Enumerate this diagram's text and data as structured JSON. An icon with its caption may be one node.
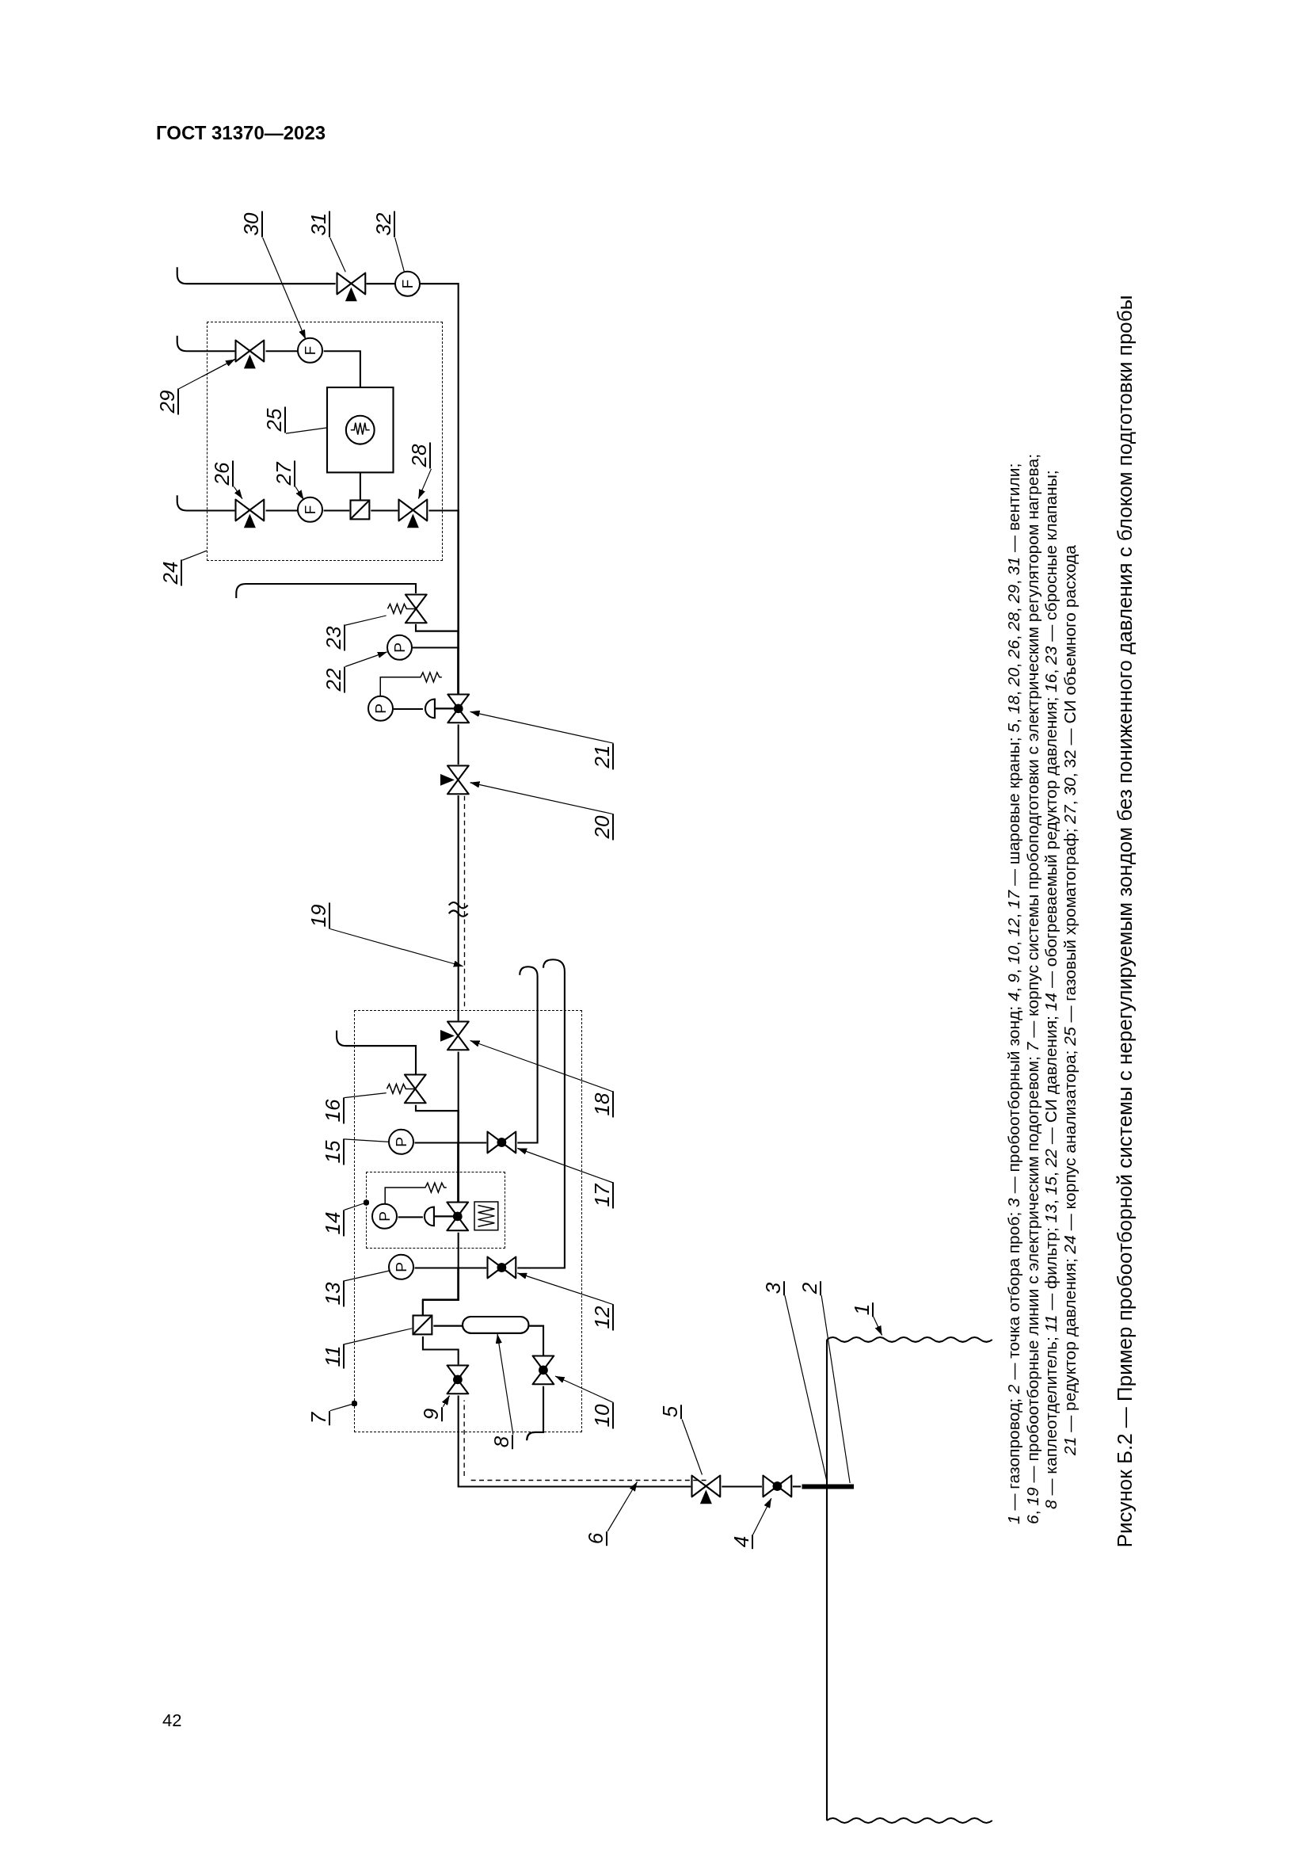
{
  "diagram": {
    "caption": "Рисунок Б.2 — Пример пробоотборной системы с нерегулируемым зондом без пониженного давления с блоком подготовки пробы",
    "nodes": [
      {
        "text": [],
        "shape": "box"
      },
      {
        "text": [],
        "shape": "box"
      },
      {
        "text": [],
        "shape": "box"
      },
      {
        "text": [],
        "shape": "box",
        "in": 1
      },
      {
        "text": [],
        "shape": "bar"
      },
      {
        "text": [],
        "shape": "valve"
      },
      {
        "text": [],
        "shape": "valve"
      },
      {
        "text": [],
        "shape": "valve",
        "in": 1
      },
      {
        "text": [],
        "shape": "valve",
        "in": 1
      },
      {
        "text": [],
        "shape": "box",
        "in": 1
      },
      {
        "text": [],
        "shape": "cylinder",
        "in": 1
      },
      {
        "text": [
          "P"
        ],
        "in": 1
      },
      {
        "text": [],
        "shape": "valve",
        "in": 1
      },
      {
        "text": [
          "P"
        ],
        "in": 3
      },
      {
        "text": [],
        "shape": "valve",
        "in": 3
      },
      {
        "text": [],
        "shape": "box",
        "in": 3
      },
      {
        "text": [
          "P"
        ],
        "in": 1
      },
      {
        "text": [],
        "shape": "valve",
        "in": 1
      },
      {
        "text": [],
        "shape": "valve",
        "in": 1
      },
      {
        "text": [],
        "shape": "valve",
        "in": 1
      },
      {
        "text": [],
        "shape": "valve"
      },
      {
        "text": [],
        "shape": "valve"
      },
      {
        "text": [
          "P"
        ]
      },
      {
        "text": [
          "P"
        ]
      },
      {
        "text": [],
        "shape": "valve"
      },
      {
        "text": [],
        "shape": "valve",
        "in": 2
      },
      {
        "text": [
          "F"
        ],
        "in": 2
      },
      {
        "text": [],
        "shape": "box",
        "in": 2
      },
      {
        "text": [],
        "shape": "valve",
        "in": 2
      },
      {
        "text": [],
        "shape": "box",
        "in": 2
      },
      {
        "text": [],
        "shape": "valve",
        "in": 2
      },
      {
        "text": [
          "F"
        ],
        "in": 2
      },
      {
        "text": [],
        "shape": "valve"
      },
      {
        "text": [
          "F"
        ]
      },
      {
        "text": [
          "1"
        ]
      },
      {
        "text": [
          "2"
        ]
      },
      {
        "text": [
          "3"
        ]
      },
      {
        "text": [
          "4"
        ]
      },
      {
        "text": [
          "5"
        ]
      },
      {
        "text": [
          "6"
        ]
      },
      {
        "text": [
          "7"
        ]
      },
      {
        "text": [
          "8"
        ]
      },
      {
        "text": [
          "9"
        ],
        "in": 1
      },
      {
        "text": [
          "10"
        ]
      },
      {
        "text": [
          "11"
        ]
      },
      {
        "text": [
          "12"
        ]
      },
      {
        "text": [
          "13"
        ]
      },
      {
        "text": [
          "14"
        ]
      },
      {
        "text": [
          "15"
        ]
      },
      {
        "text": [
          "16"
        ]
      },
      {
        "text": [
          "17"
        ]
      },
      {
        "text": [
          "18"
        ]
      },
      {
        "text": [
          "19"
        ]
      },
      {
        "text": [
          "20"
        ]
      },
      {
        "text": [
          "21"
        ]
      },
      {
        "text": [
          "22"
        ]
      },
      {
        "text": [
          "23"
        ]
      },
      {
        "text": [
          "24"
        ]
      },
      {
        "text": [
          "25"
        ],
        "in": 2
      },
      {
        "text": [
          "26"
        ],
        "in": 2
      },
      {
        "text": [
          "27"
        ],
        "in": 2
      },
      {
        "text": [
          "28"
        ],
        "in": 2
      },
      {
        "text": [
          "29"
        ]
      },
      {
        "text": [
          "30"
        ]
      },
      {
        "text": [
          "31"
        ]
      },
      {
        "text": [
          "32"
        ]
      },
      {
        "text": [],
        "shape": "line"
      },
      {
        "text": [],
        "shape": "line"
      }
    ],
    "edges": [
      {
        "from": 4,
        "to": 5,
        "arrow": "none"
      },
      {
        "from": 5,
        "to": 6,
        "arrow": "none"
      },
      {
        "from": 6,
        "to": 7,
        "arrow": "none"
      },
      {
        "from": 7,
        "to": 9,
        "arrow": "none"
      },
      {
        "from": 9,
        "to": 10,
        "arrow": "none"
      },
      {
        "from": 10,
        "to": 8,
        "arrow": "none"
      },
      {
        "from": 9,
        "to": 11,
        "arrow": "none"
      },
      {
        "from": 9,
        "to": 12,
        "arrow": "none"
      },
      {
        "from": 9,
        "to": 14,
        "arrow": "none"
      },
      {
        "from": 13,
        "to": 14,
        "arrow": "none"
      },
      {
        "from": 14,
        "to": 16,
        "arrow": "none"
      },
      {
        "from": 14,
        "to": 17,
        "arrow": "none"
      },
      {
        "from": 14,
        "to": 18,
        "arrow": "none"
      },
      {
        "from": 14,
        "to": 19,
        "arrow": "none"
      },
      {
        "from": 19,
        "to": 20,
        "arrow": "none"
      },
      {
        "from": 20,
        "to": 21,
        "arrow": "none"
      },
      {
        "from": 22,
        "to": 21,
        "arrow": "none"
      },
      {
        "from": 21,
        "to": 23,
        "arrow": "none"
      },
      {
        "from": 21,
        "to": 24,
        "arrow": "none"
      },
      {
        "from": 21,
        "to": 28,
        "arrow": "none"
      },
      {
        "from": 21,
        "to": 33,
        "arrow": "none"
      },
      {
        "from": 28,
        "to": 29,
        "arrow": "none"
      },
      {
        "from": 29,
        "to": 26,
        "arrow": "none"
      },
      {
        "from": 26,
        "to": 25,
        "arrow": "none"
      },
      {
        "from": 29,
        "to": 27,
        "arrow": "none"
      },
      {
        "from": 27,
        "to": 31,
        "arrow": "none"
      },
      {
        "from": 31,
        "to": 30,
        "arrow": "none"
      },
      {
        "from": 33,
        "to": 32,
        "arrow": "none"
      },
      {
        "from": 34,
        "to": 0,
        "arrow": "to"
      },
      {
        "from": 35,
        "to": 4,
        "arrow": "none"
      },
      {
        "from": 36,
        "to": 4,
        "arrow": "none"
      },
      {
        "from": 37,
        "to": 5,
        "arrow": "to"
      },
      {
        "from": 38,
        "to": 6,
        "arrow": "none"
      },
      {
        "from": 39,
        "to": 66,
        "arrow": "to"
      },
      {
        "from": 40,
        "to": 1,
        "arrow": "other"
      },
      {
        "from": 41,
        "to": 10,
        "arrow": "to"
      },
      {
        "from": 42,
        "to": 7,
        "arrow": "to"
      },
      {
        "from": 43,
        "to": 8,
        "arrow": "to"
      },
      {
        "from": 44,
        "to": 9,
        "arrow": "none"
      },
      {
        "from": 45,
        "to": 12,
        "arrow": "to"
      },
      {
        "from": 46,
        "to": 11,
        "arrow": "none"
      },
      {
        "from": 47,
        "to": 3,
        "arrow": "other"
      },
      {
        "from": 48,
        "to": 16,
        "arrow": "none"
      },
      {
        "from": 49,
        "to": 18,
        "arrow": "none"
      },
      {
        "from": 50,
        "to": 17,
        "arrow": "to"
      },
      {
        "from": 51,
        "to": 19,
        "arrow": "to"
      },
      {
        "from": 52,
        "to": 67,
        "arrow": "to"
      },
      {
        "from": 53,
        "to": 20,
        "arrow": "to"
      },
      {
        "from": 54,
        "to": 21,
        "arrow": "to"
      },
      {
        "from": 55,
        "to": 23,
        "arrow": "to"
      },
      {
        "from": 56,
        "to": 24,
        "arrow": "none"
      },
      {
        "from": 57,
        "to": 2,
        "arrow": "none"
      },
      {
        "from": 58,
        "to": 27,
        "arrow": "none"
      },
      {
        "from": 59,
        "to": 25,
        "arrow": "to"
      },
      {
        "from": 60,
        "to": 26,
        "arrow": "to"
      },
      {
        "from": 61,
        "to": 28,
        "arrow": "to"
      },
      {
        "from": 62,
        "to": 30,
        "arrow": "to"
      },
      {
        "from": 63,
        "to": 31,
        "arrow": "to"
      },
      {
        "from": 64,
        "to": 32,
        "arrow": "none"
      },
      {
        "from": 65,
        "to": 33,
        "arrow": "none"
      },
      {
        "from": 32,
        "to": null,
        "arrow": "none"
      },
      {
        "from": 30,
        "to": null,
        "arrow": "none"
      },
      {
        "from": 25,
        "to": null,
        "arrow": "none"
      },
      {
        "from": 24,
        "to": null,
        "arrow": "none"
      },
      {
        "from": 18,
        "to": null,
        "arrow": "none"
      },
      {
        "from": 17,
        "to": null,
        "arrow": "none"
      },
      {
        "from": 12,
        "to": null,
        "arrow": "none"
      },
      {
        "from": 8,
        "to": null,
        "arrow": "none"
      }
    ],
    "labels": [
      "ГОСТ 31370—2023",
      "*1* — газопровод; *2* — точка отбора проб; *3* — пробоотборный зонд; *4*, *9*, *10*, *12*, *17* — шаровые краны; *5*, *18*, *20*, *26*, *28*, *29*, *31* — вентили;",
      "*6*, *19* — пробоотборные линии с электрическим подогревом; *7* — корпус системы пробоподготовки с электрическим регулятором нагрева;",
      "*8* — каплеотделитель; *11* — фильтр; *13*, *15*, *22* — СИ давления; *14* — обогреваемый редуктор давления; *16*, *23* — сбросные клапаны;",
      "*21* — редуктор давления; *24* — корпус анализатора; *25* — газовый хроматограф; *27*, *30*, 32 — СИ объемного расхода",
      "42"
    ]
  }
}
